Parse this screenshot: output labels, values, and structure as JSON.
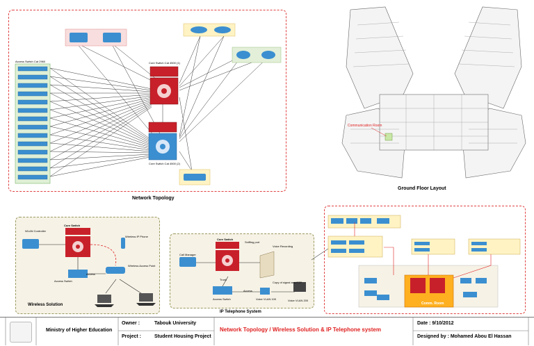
{
  "topology": {
    "caption": "Network Topology",
    "access_label": "Access Switch Cat 2960",
    "core_top_label": "Core Switch Cat 4500 (1)",
    "core_bottom_label": "Core Switch Cat 4500 (2)"
  },
  "floor": {
    "caption": "Ground Floor Layout",
    "comm_room_label": "Communication Room"
  },
  "wireless": {
    "caption": "Wireless Solution",
    "core_label": "Core Switch",
    "wlc_label": "WLAN Controller",
    "phone_label": "Wireless IP Phone",
    "ap_label": "Wireless Access Point",
    "access_label": "Access Switch",
    "access_small": "Access"
  },
  "ipt": {
    "caption": "IP Telephone System",
    "call_manager": "Call Manager",
    "core_label": "Core Switch",
    "trunk": "Trunk",
    "access_label": "Access Switch",
    "access_small": "Access",
    "voice_vlan_100": "Voice VLAN 100",
    "voice_vlan_200": "Voice VLAN 200",
    "voice_recording": "Voice Recording",
    "sniffing_port": "Sniffing port",
    "copy_signal": "Copy of signal and RTP"
  },
  "comm": {
    "comm_room": "Comm. Room"
  },
  "title_block": {
    "org": "Ministry of Higher Education",
    "owner_label": "Owner :",
    "owner_value": "Tabouk University",
    "project_label": "Project :",
    "project_value": "Student Housing Project",
    "title": "Network Topology / Wireless Solution & IP Telephone system",
    "date": "Date : 9/10/2012",
    "designer": "Designed by : Mohamed Abou El Hassan"
  },
  "colors": {
    "dash": "#e04040",
    "title": "#e02020",
    "switch_blue": "#3b8fd0",
    "core_red": "#c8202a",
    "panel_fill": "#f6f2e6"
  }
}
